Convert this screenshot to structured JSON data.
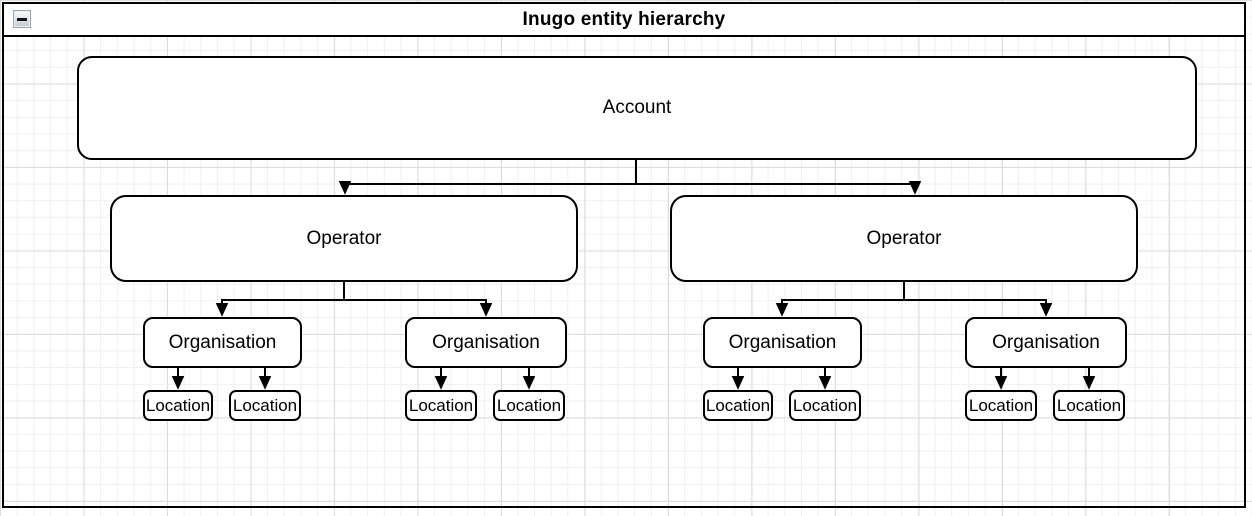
{
  "window": {
    "title": "Inugo entity hierarchy",
    "collapse_button": {
      "icon": "minus-icon",
      "state": "expanded"
    }
  },
  "colors": {
    "node_border": "#000000",
    "node_fill": "#ffffff",
    "edge": "#000000",
    "grid_minor": "#efefef",
    "grid_major": "#dcdcdc"
  },
  "diagram": {
    "nodes": [
      {
        "id": "account",
        "label": "Account",
        "level": "account"
      },
      {
        "id": "operator-1",
        "label": "Operator",
        "level": "operator"
      },
      {
        "id": "operator-2",
        "label": "Operator",
        "level": "operator"
      },
      {
        "id": "organisation-1",
        "label": "Organisation",
        "level": "organisation"
      },
      {
        "id": "organisation-2",
        "label": "Organisation",
        "level": "organisation"
      },
      {
        "id": "organisation-3",
        "label": "Organisation",
        "level": "organisation"
      },
      {
        "id": "organisation-4",
        "label": "Organisation",
        "level": "organisation"
      },
      {
        "id": "location-1",
        "label": "Location",
        "level": "location"
      },
      {
        "id": "location-2",
        "label": "Location",
        "level": "location"
      },
      {
        "id": "location-3",
        "label": "Location",
        "level": "location"
      },
      {
        "id": "location-4",
        "label": "Location",
        "level": "location"
      },
      {
        "id": "location-5",
        "label": "Location",
        "level": "location"
      },
      {
        "id": "location-6",
        "label": "Location",
        "level": "location"
      },
      {
        "id": "location-7",
        "label": "Location",
        "level": "location"
      },
      {
        "id": "location-8",
        "label": "Location",
        "level": "location"
      }
    ],
    "edges": [
      {
        "from": "account",
        "to": "operator-1"
      },
      {
        "from": "account",
        "to": "operator-2"
      },
      {
        "from": "operator-1",
        "to": "organisation-1"
      },
      {
        "from": "operator-1",
        "to": "organisation-2"
      },
      {
        "from": "operator-2",
        "to": "organisation-3"
      },
      {
        "from": "operator-2",
        "to": "organisation-4"
      },
      {
        "from": "organisation-1",
        "to": "location-1"
      },
      {
        "from": "organisation-1",
        "to": "location-2"
      },
      {
        "from": "organisation-2",
        "to": "location-3"
      },
      {
        "from": "organisation-2",
        "to": "location-4"
      },
      {
        "from": "organisation-3",
        "to": "location-5"
      },
      {
        "from": "organisation-3",
        "to": "location-6"
      },
      {
        "from": "organisation-4",
        "to": "location-7"
      },
      {
        "from": "organisation-4",
        "to": "location-8"
      }
    ]
  }
}
